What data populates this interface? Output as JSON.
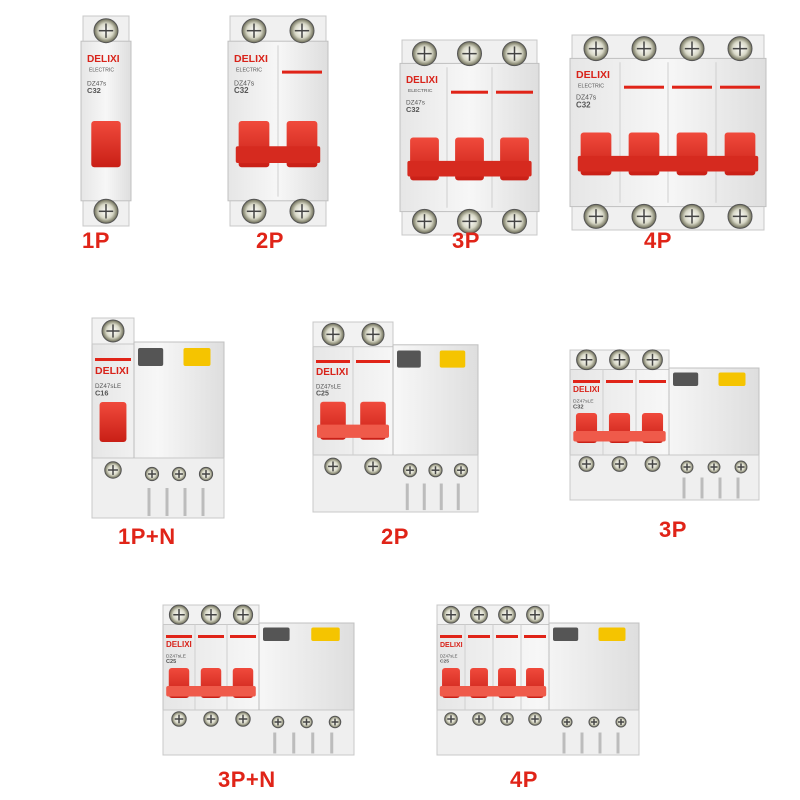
{
  "brand": "DELIXI",
  "brand_sub": "ELECTRIC",
  "colors": {
    "red": "#e02418",
    "handle": "#e8362c",
    "body": "#f2f2f2",
    "terminal": "#8a8a6a"
  },
  "mcb": [
    {
      "label": "1P",
      "model": "DZ47s",
      "rating": "C32"
    },
    {
      "label": "2P",
      "model": "DZ47s",
      "rating": "C32"
    },
    {
      "label": "3P",
      "model": "DZ47s",
      "rating": "C32"
    },
    {
      "label": "4P",
      "model": "DZ47s",
      "rating": "C32"
    }
  ],
  "rcbo": [
    {
      "label": "1P+N",
      "model": "DZ47sLE",
      "rating": "C16"
    },
    {
      "label": "2P",
      "model": "DZ47sLE",
      "rating": "C25"
    },
    {
      "label": "3P",
      "model": "DZ47sLE",
      "rating": "C32"
    },
    {
      "label": "3P+N",
      "model": "DZ47sLE",
      "rating": "C25"
    },
    {
      "label": "4P",
      "model": "DZ47sLE",
      "rating": "C25"
    }
  ]
}
